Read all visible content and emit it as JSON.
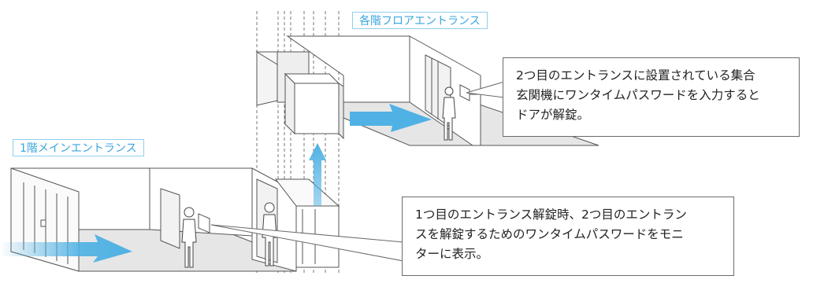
{
  "labels": {
    "main_entrance": "1階メインエントランス",
    "floor_entrance": "各階フロアエントランス"
  },
  "callouts": {
    "second_entrance": "2つ目のエントランスに設置されている集合\n玄関機にワンタイムパスワードを入力すると\nドアが解錠。",
    "first_entrance": "1つ目のエントランス解錠時、2つ目のエントラン\nスを解錠するためのワンタイムパスワードをモニ\nターに表示。"
  },
  "colors": {
    "label_text": "#3aa6dc",
    "label_border": "#8fd0ee",
    "label_fill": "#ffffff",
    "arrow": "#4fb1e4",
    "arrow_light": "#cfe9f7",
    "floor": "#e6e6e6",
    "wall": "#ffffff",
    "line": "#555555",
    "door": "#f0f0f0"
  }
}
